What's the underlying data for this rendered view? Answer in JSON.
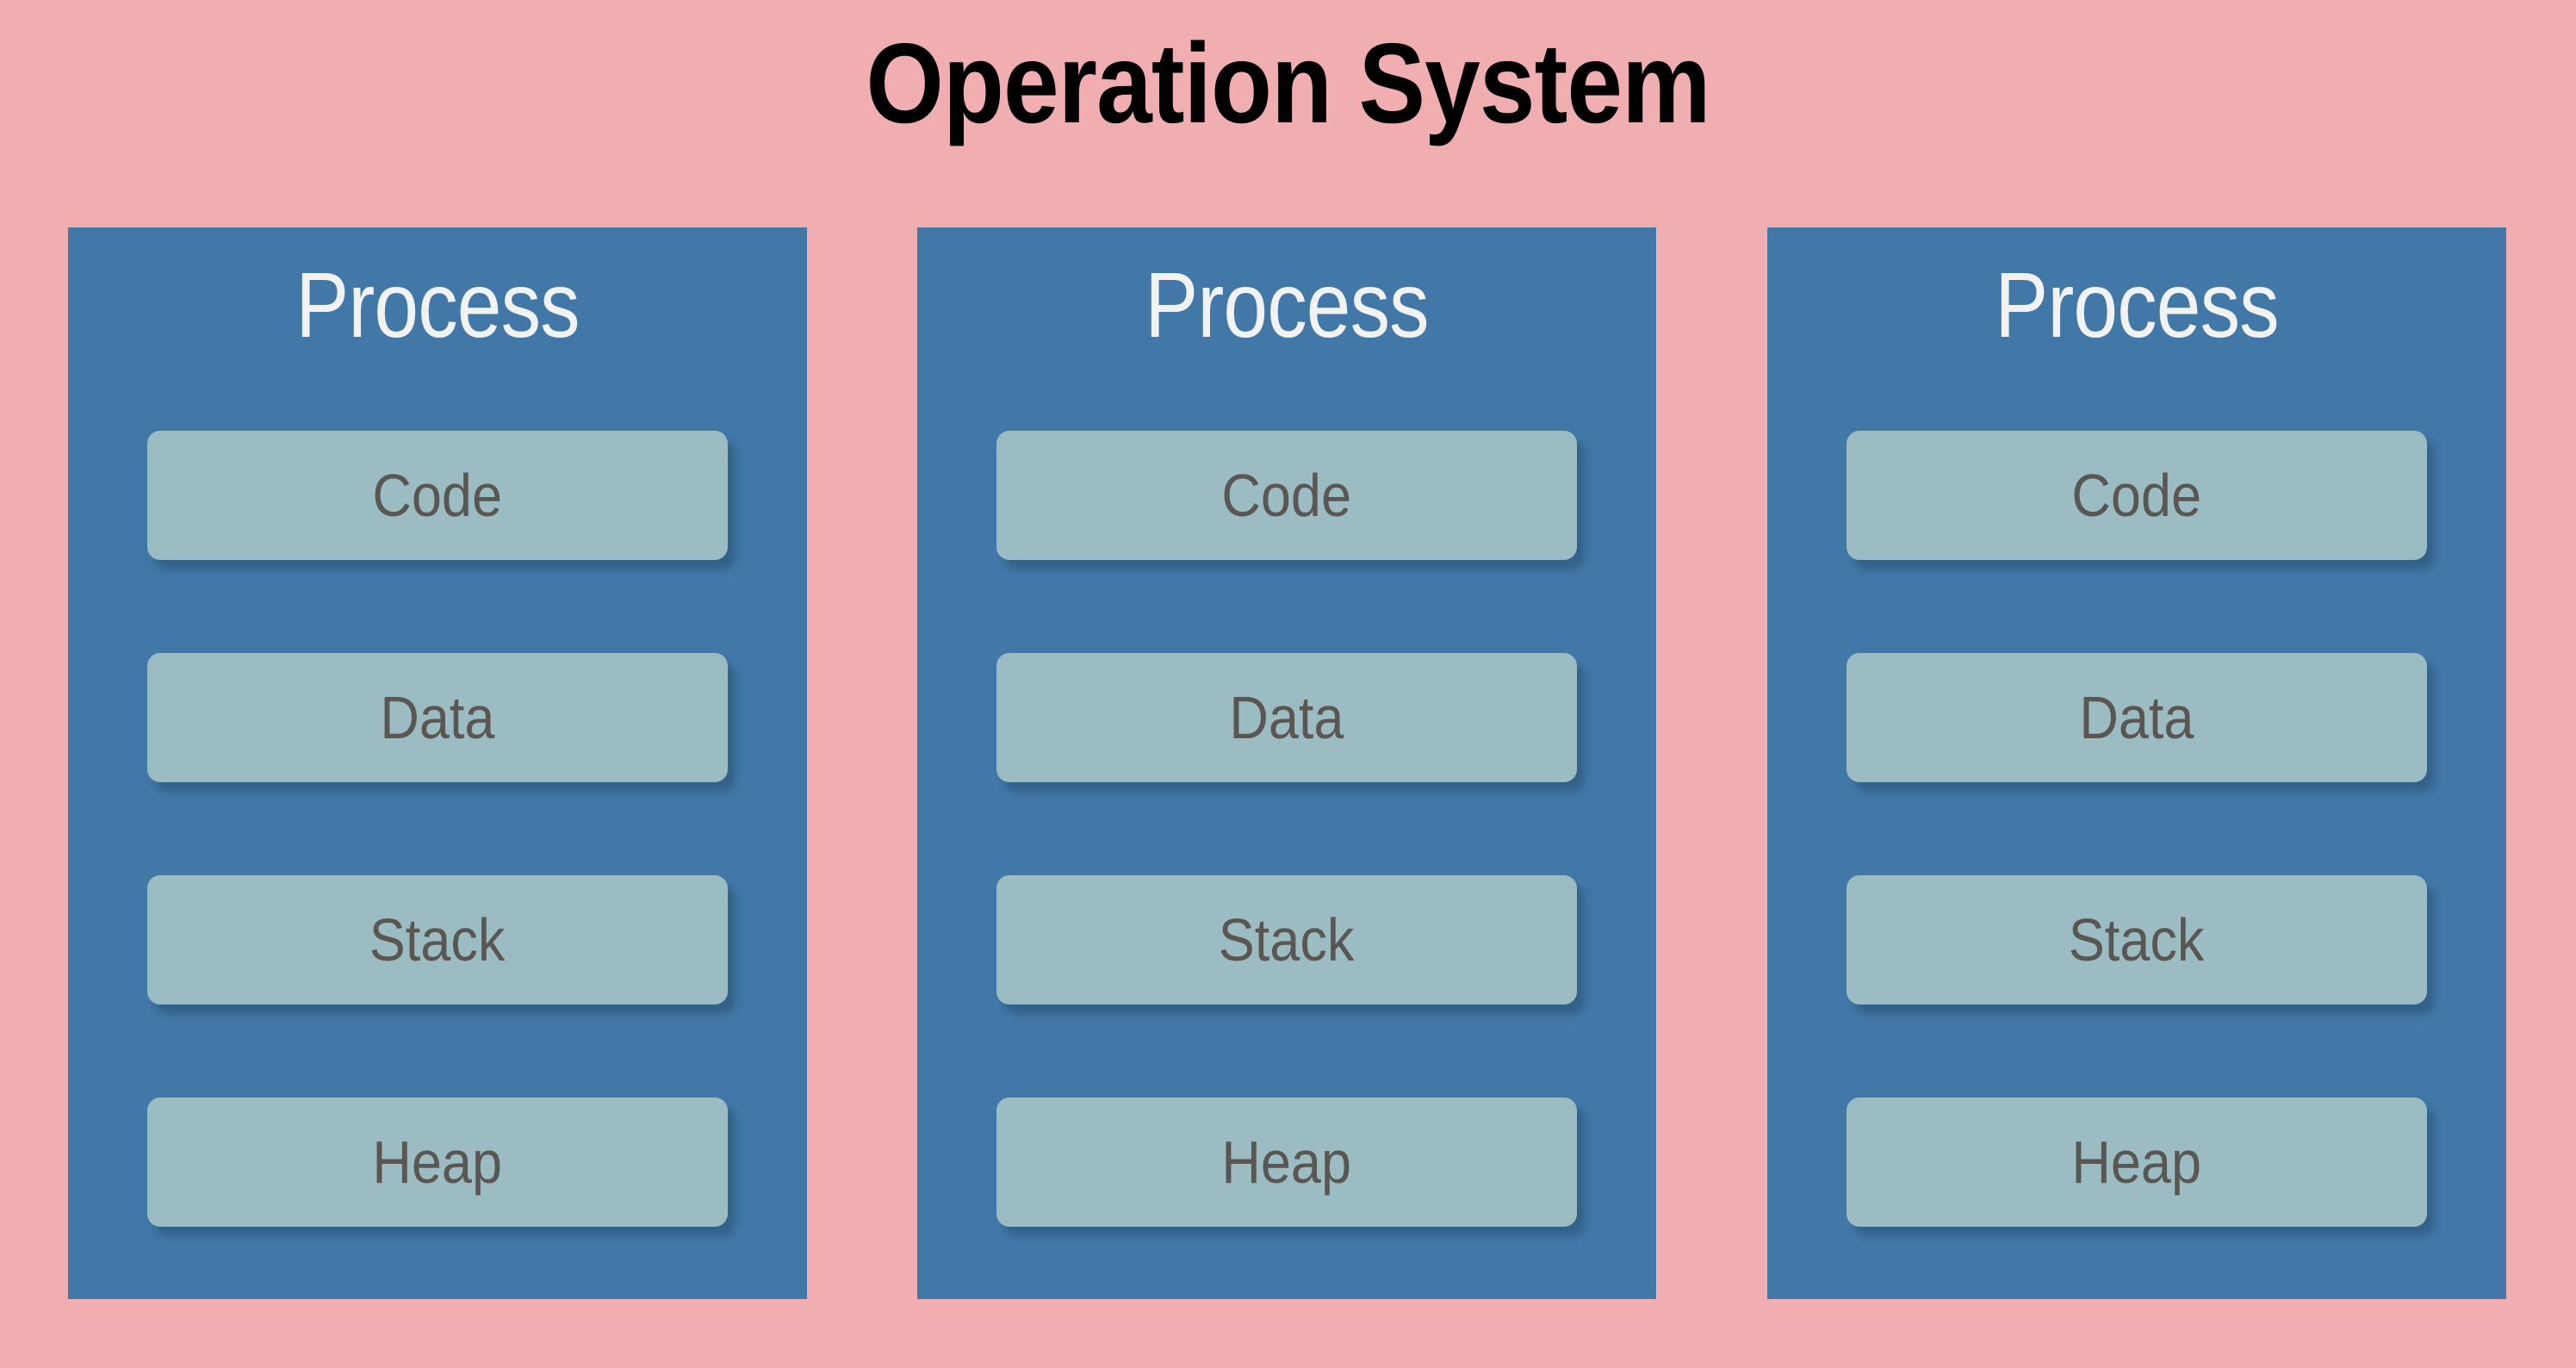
{
  "diagram": {
    "title": "Operation System",
    "background_color": "#f0aeb1",
    "process_color": "#4178a8",
    "segment_color": "#9cbcc3",
    "segment_text_color": "#5a5753",
    "process_title_color": "#f2f2f2",
    "title_color": "#000000",
    "processes": [
      {
        "heading": "Process",
        "segments": [
          {
            "label": "Code"
          },
          {
            "label": "Data"
          },
          {
            "label": "Stack"
          },
          {
            "label": "Heap"
          }
        ]
      },
      {
        "heading": "Process",
        "segments": [
          {
            "label": "Code"
          },
          {
            "label": "Data"
          },
          {
            "label": "Stack"
          },
          {
            "label": "Heap"
          }
        ]
      },
      {
        "heading": "Process",
        "segments": [
          {
            "label": "Code"
          },
          {
            "label": "Data"
          },
          {
            "label": "Stack"
          },
          {
            "label": "Heap"
          }
        ]
      }
    ]
  }
}
